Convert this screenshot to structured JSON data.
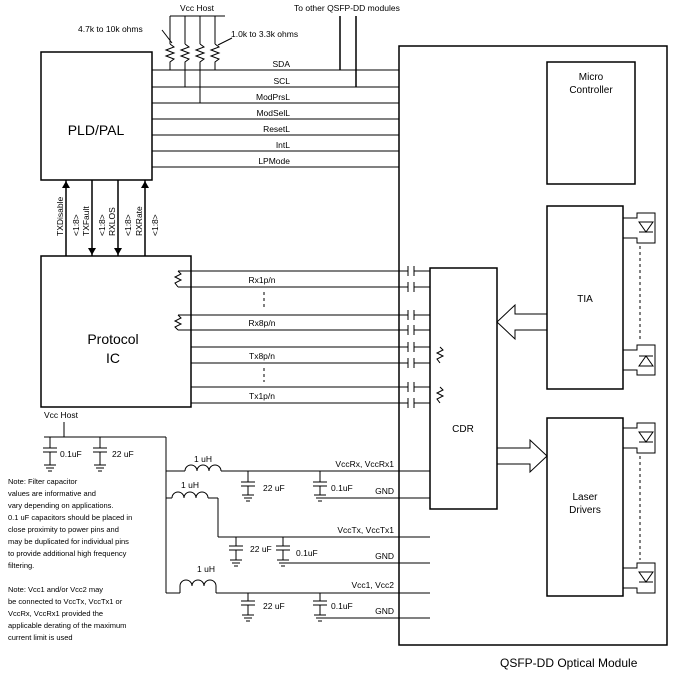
{
  "host": {
    "pld": "PLD/PAL",
    "protocol_ic": [
      "Protocol",
      "IC"
    ],
    "vcc_host_top": "Vcc Host",
    "vcc_host_bottom": "Vcc Host",
    "to_other": "To other QSFP-DD modules",
    "pullup_left": "4.7k to 10k ohms",
    "pullup_right": "1.0k to 3.3k ohms"
  },
  "signals": [
    "SDA",
    "SCL",
    "ModPrsL",
    "ModSelL",
    "ResetL",
    "IntL",
    "LPMode"
  ],
  "buses": [
    {
      "name": "TXDisable",
      "width": "<1:8>"
    },
    {
      "name": "TXFault",
      "width": "<1:8>"
    },
    {
      "name": "RXLOS",
      "width": "<1:8>"
    },
    {
      "name": "RXRate",
      "width": "<1:8>"
    }
  ],
  "lanes": [
    "Rx1p/n",
    "Rx8p/n",
    "Tx8p/n",
    "Tx1p/n"
  ],
  "module": {
    "micro": [
      "Micro",
      "Controller"
    ],
    "tia": "TIA",
    "cdr": "CDR",
    "laser": [
      "Laser",
      "Drivers"
    ],
    "title": "QSFP-DD Optical Module"
  },
  "power": {
    "c1": "0.1uF",
    "c2": "22 uF",
    "inductor": "1 uH",
    "rails": [
      "VccRx, VccRx1",
      "VccTx, VccTx1",
      "Vcc1, Vcc2"
    ],
    "gnd": "GND",
    "cap_small": "0.1uF",
    "cap_big": "22 uF"
  },
  "notes": {
    "note1": [
      "Note: Filter capacitor",
      "values are informative and",
      "vary depending on applications.",
      "0.1 uF capacitors should be placed in",
      "close proximity to power pins and",
      "may be duplicated for individual pins",
      "to provide additional high frequency",
      "filtering."
    ],
    "note2": [
      "Note: Vcc1 and/or Vcc2 may",
      "be connected to VccTx, VccTx1 or",
      "VccRx, VccRx1 provided the",
      "applicable derating of the maximum",
      "current limit is used"
    ]
  }
}
